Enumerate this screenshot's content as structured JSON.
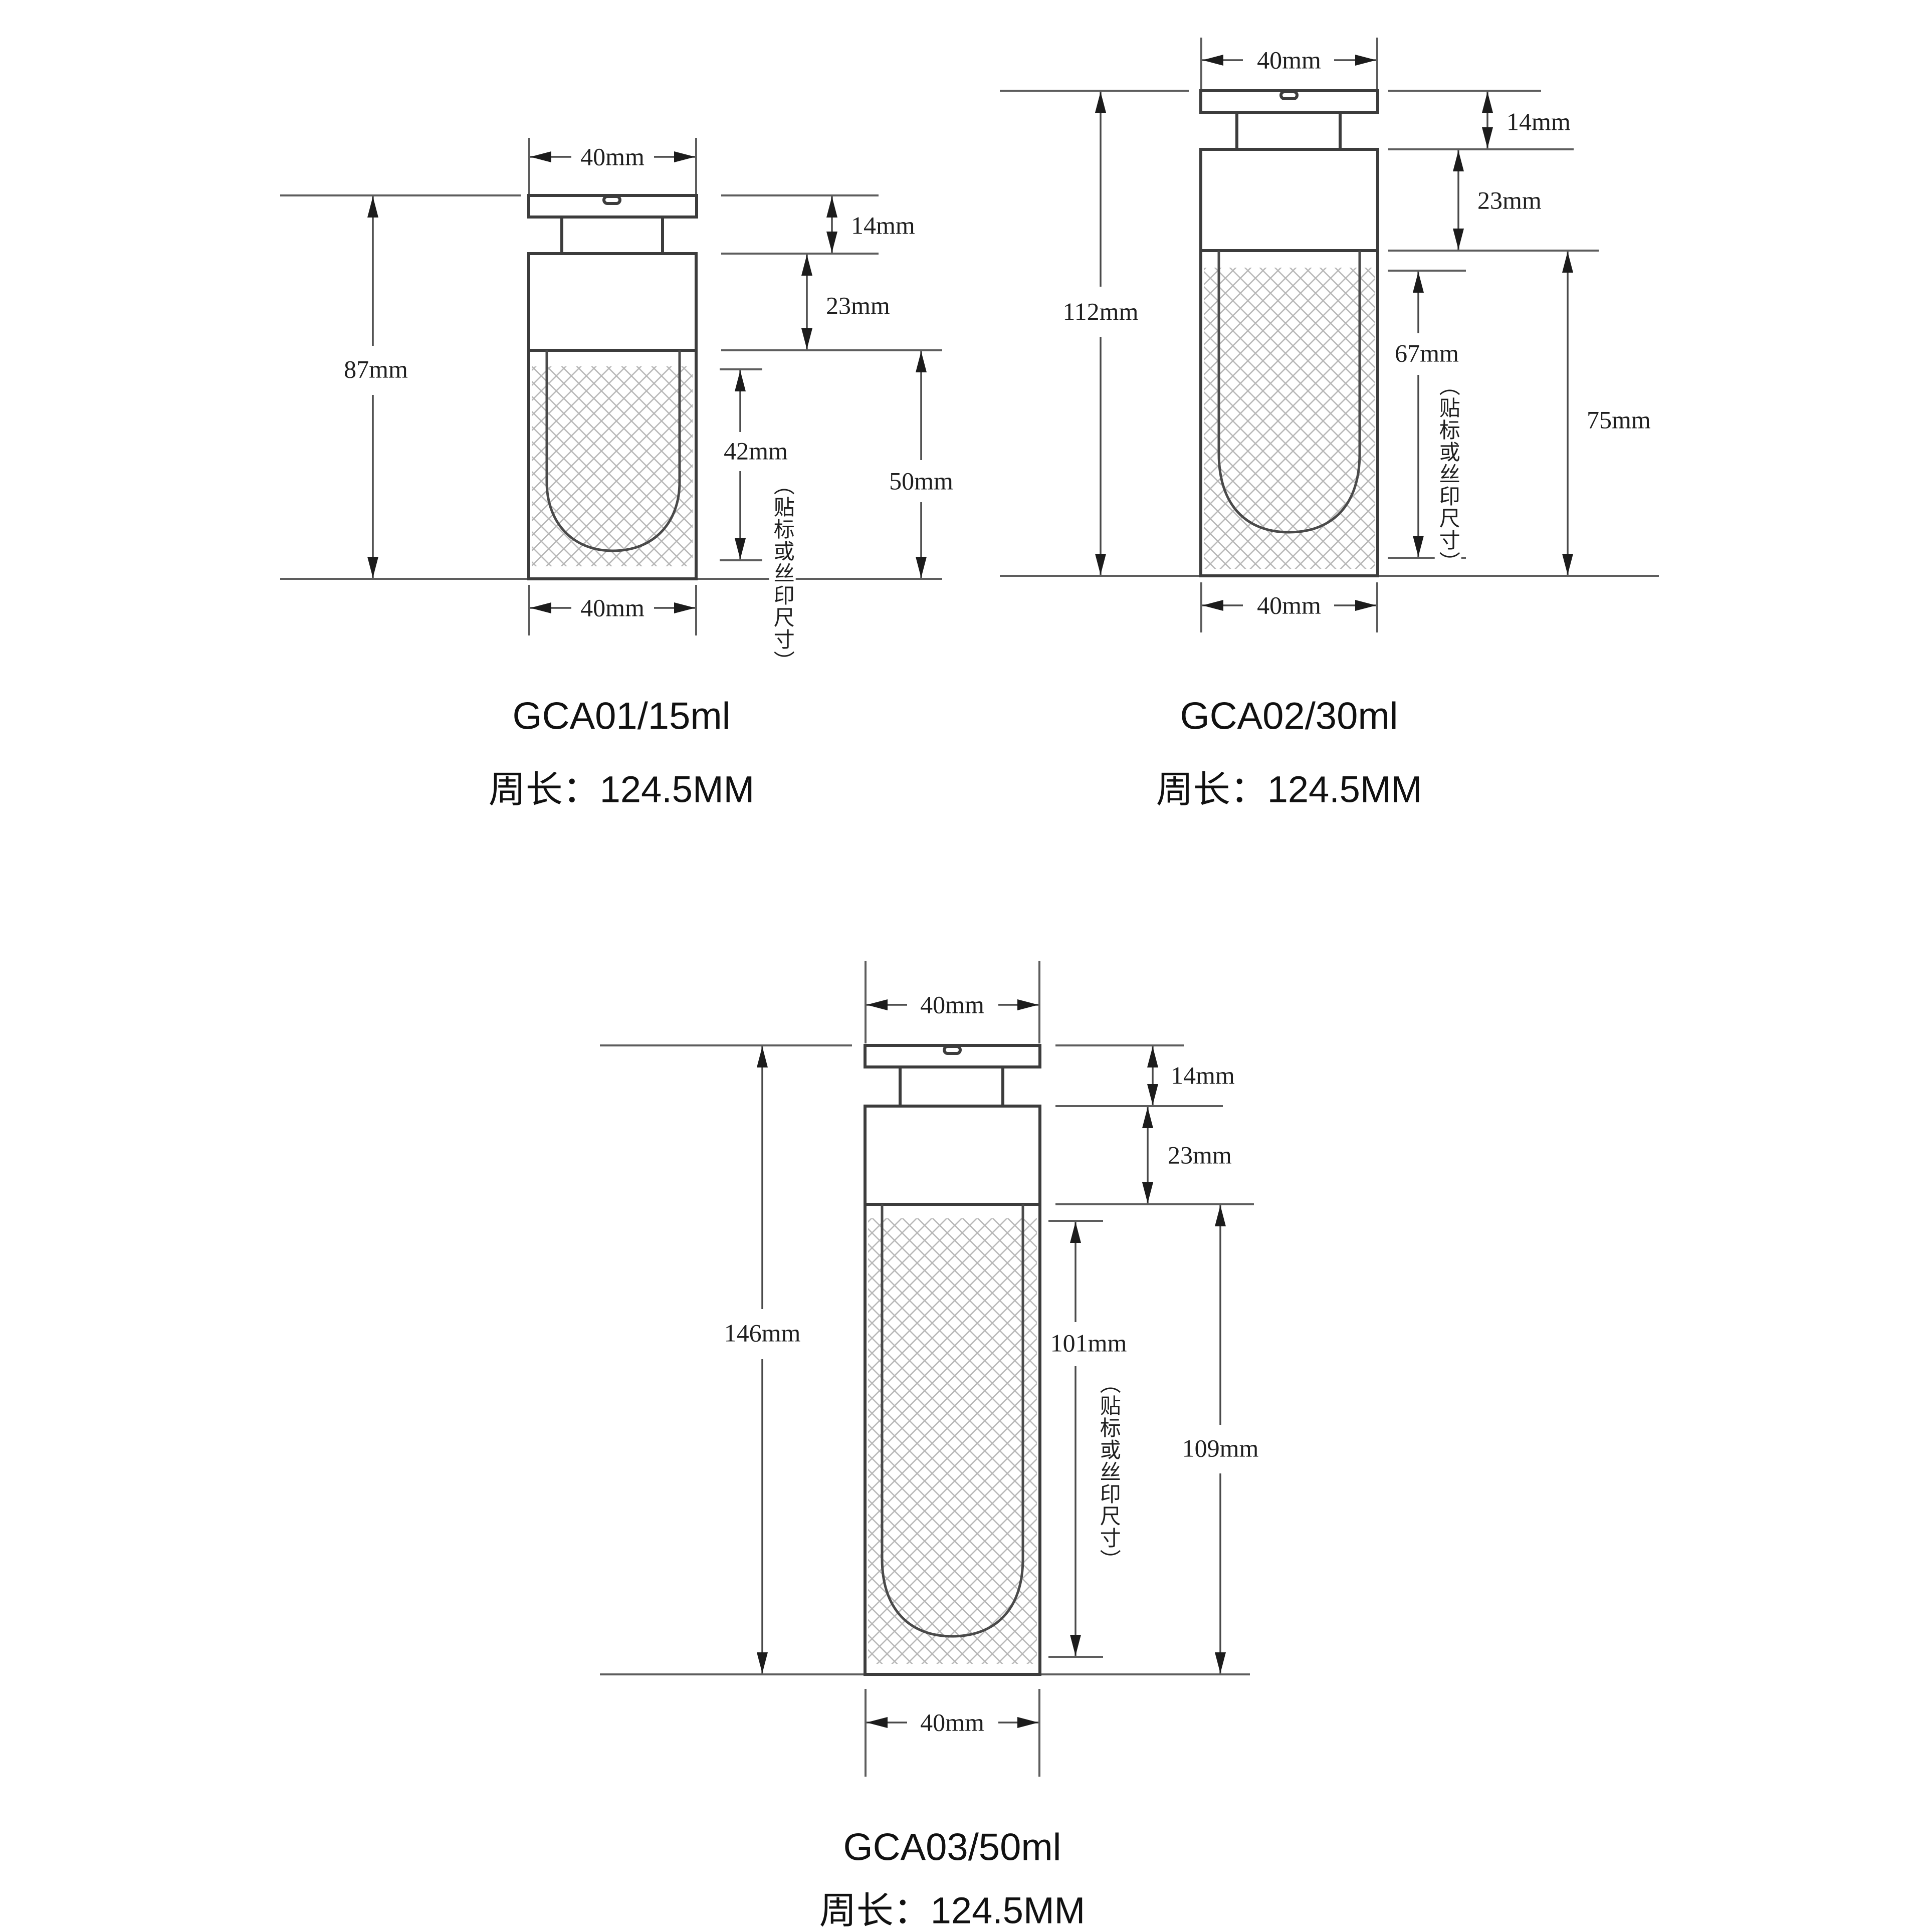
{
  "figure": {
    "background_color": "#ffffff",
    "line_color": "#5d5d5d",
    "outline_color": "#3c3c3c",
    "hatch_color": "#b8b8b8",
    "text_color": "#1f1f1f"
  },
  "bottles": [
    {
      "model": "GCA01/15ml",
      "circumference_label": "周长：124.5MM",
      "note": "（贴标或丝印尺寸）",
      "dims": {
        "top_width": "40mm",
        "bottom_width": "40mm",
        "overall_height": "87mm",
        "cap_height": "14mm",
        "collar_height": "23mm",
        "label_zone_height": "42mm",
        "body_height": "50mm"
      }
    },
    {
      "model": "GCA02/30ml",
      "circumference_label": "周长：124.5MM",
      "note": "（贴标或丝印尺寸）",
      "dims": {
        "top_width": "40mm",
        "bottom_width": "40mm",
        "overall_height": "112mm",
        "cap_height": "14mm",
        "collar_height": "23mm",
        "label_zone_height": "67mm",
        "body_height": "75mm"
      }
    },
    {
      "model": "GCA03/50ml",
      "circumference_label": "周长：124.5MM",
      "note": "（贴标或丝印尺寸）",
      "dims": {
        "top_width": "40mm",
        "bottom_width": "40mm",
        "overall_height": "146mm",
        "cap_height": "14mm",
        "collar_height": "23mm",
        "label_zone_height": "101mm",
        "body_height": "109mm"
      }
    }
  ]
}
